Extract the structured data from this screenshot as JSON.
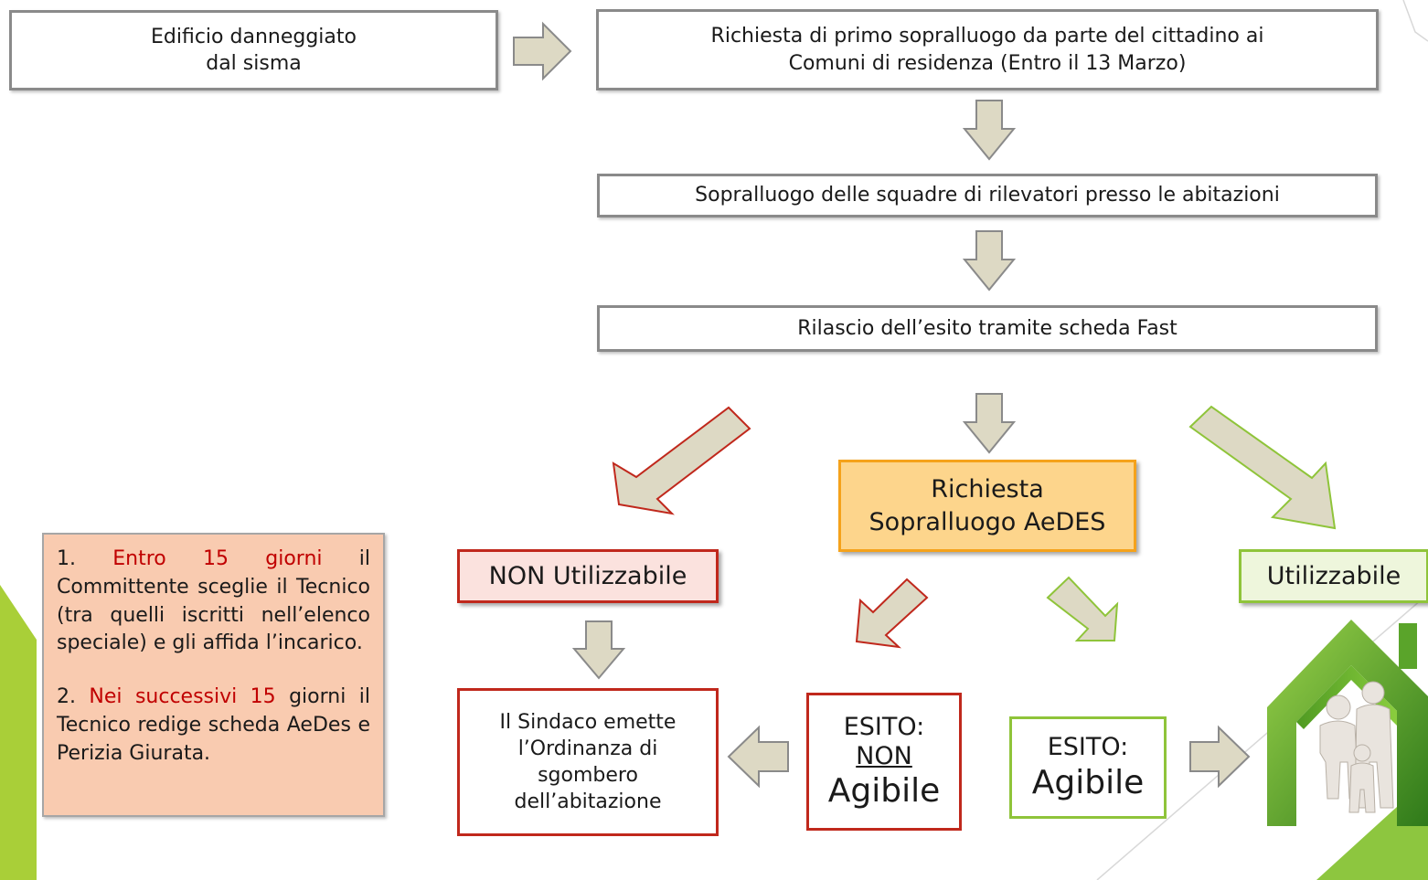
{
  "boxes": {
    "edificio": "Edificio danneggiato\ndal sisma",
    "richiesta_primo": "Richiesta di primo sopralluogo da parte del cittadino ai\nComuni di residenza (Entro il 13 Marzo)",
    "sopralluogo_squadre": "Sopralluogo delle squadre di rilevatori presso le abitazioni",
    "rilascio_esito": "Rilascio dell’esito tramite scheda Fast",
    "richiesta_aedes": "Richiesta\nSopralluogo AeDES",
    "non_utilizzabile": "NON Utilizzabile",
    "utilizzabile": "Utilizzabile",
    "sindaco": "Il Sindaco emette\n l’Ordinanza di\nsgombero\ndell’abitazione",
    "esito_non": {
      "label": "ESITO:",
      "non": "NON",
      "agibile": "Agibile"
    },
    "esito_agibile": {
      "label": "ESITO:",
      "agibile": "Agibile"
    }
  },
  "note": {
    "p1_num": "1.",
    "p1_highlight": "Entro 15 giorni",
    "p1_rest": " il Committente sceglie il Tecnico (tra quelli iscritti nell’elenco speciale) e gli affida l’incarico.",
    "p2_num": "2.",
    "p2_highlight": "Nei successivi 15",
    "p2_rest": " giorni il Tecnico redige scheda AeDes e Perizia Giurata."
  },
  "icons": {
    "house": "house-family-icon"
  },
  "colors": {
    "arrow_fill": "#ddd9c4",
    "arrow_stroke": "#8a8a8a",
    "red": "#c0281c",
    "green": "#8fc43a",
    "orange_fill": "#fdd58c",
    "orange_border": "#f5a21b",
    "salmon": "#f9cbb0",
    "pink": "#fbe2de",
    "light_green": "#eef6dc",
    "emphasis_red": "#c00000"
  }
}
